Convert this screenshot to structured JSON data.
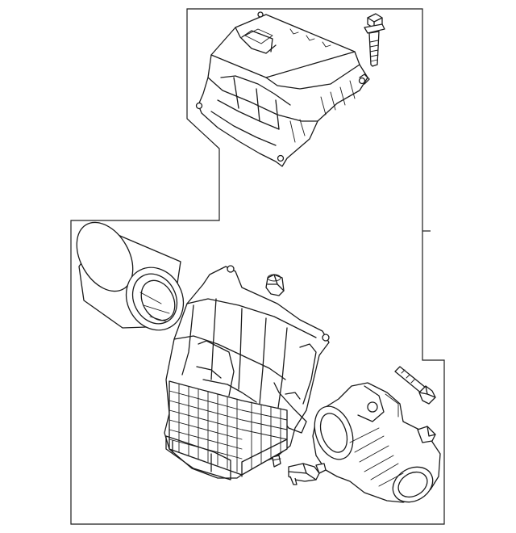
{
  "diagram": {
    "parts": [
      {
        "name": "air-cleaner-cover"
      },
      {
        "name": "cover-bolt"
      },
      {
        "name": "filter-element"
      },
      {
        "name": "rubber-grommet"
      },
      {
        "name": "air-cleaner-housing"
      },
      {
        "name": "mounting-bolt"
      },
      {
        "name": "intake-duct"
      },
      {
        "name": "sensor-connector"
      },
      {
        "name": "drain-valve"
      }
    ],
    "colors": {
      "line": "#1a1a1a",
      "background": "#ffffff"
    }
  }
}
